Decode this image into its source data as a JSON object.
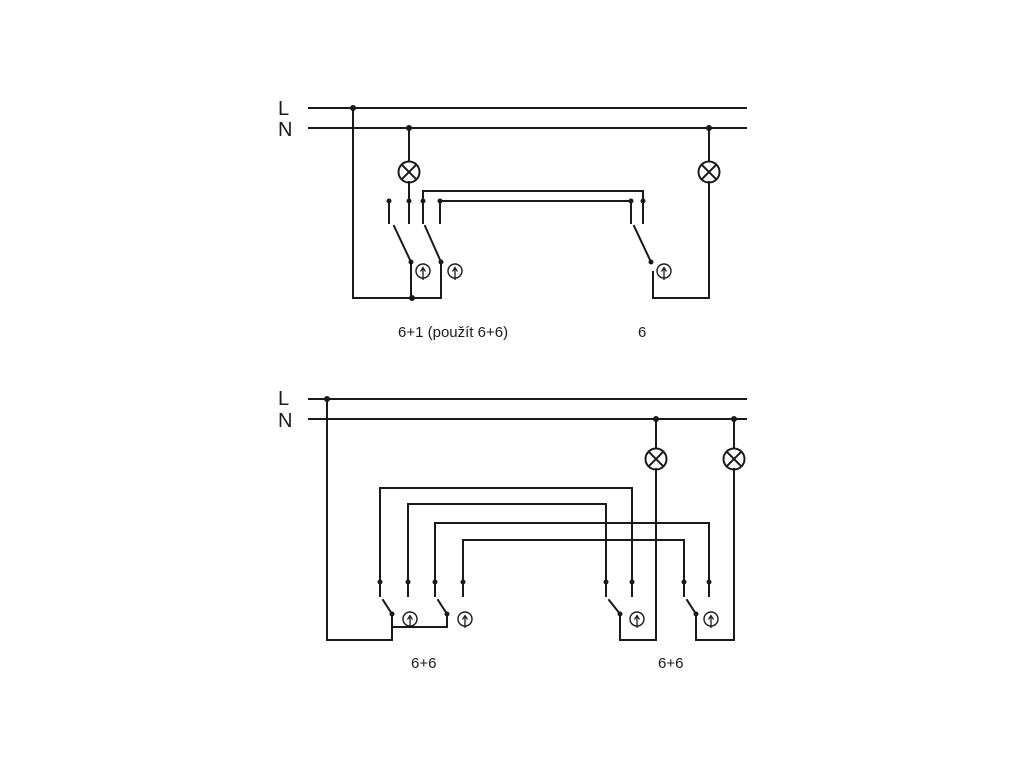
{
  "diagram_top": {
    "rail_labels": [
      "L",
      "N"
    ],
    "captions": [
      "6+1 (použít 6+6)",
      "6"
    ]
  },
  "diagram_bottom": {
    "rail_labels": [
      "L",
      "N"
    ],
    "captions": [
      "6+6",
      "6+6"
    ]
  }
}
